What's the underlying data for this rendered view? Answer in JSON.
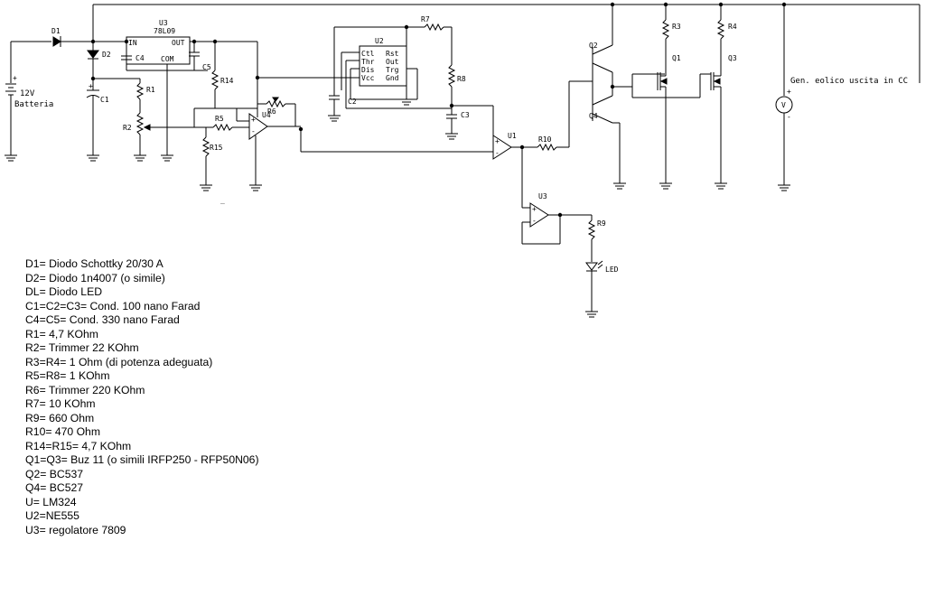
{
  "labels": {
    "D1": "D1",
    "D2": "D2",
    "U3_top": "U3",
    "U3_part": "78L09",
    "U3_in": "IN",
    "U3_out": "OUT",
    "U3_com": "COM",
    "C4": "C4",
    "C5": "C5",
    "C1": "C1",
    "C2": "C2",
    "C3": "C3",
    "R1": "R1",
    "R2": "R2",
    "R3": "R3",
    "R4": "R4",
    "R5": "R5",
    "R6": "R6",
    "R7": "R7",
    "R8": "R8",
    "R9": "R9",
    "R10": "R10",
    "R14": "R14",
    "R15": "R15",
    "U2": "U2",
    "U2_ctl": "Ctl",
    "U2_thr": "Thr",
    "U2_dis": "Dis",
    "U2_vcc": "Vcc",
    "U2_rst": "Rst",
    "U2_out": "Out",
    "U2_trg": "Trg",
    "U2_gnd": "Gnd",
    "U4": "U4",
    "U1": "U1",
    "U3_op": "U3",
    "Q1": "Q1",
    "Q2": "Q2",
    "Q3": "Q3",
    "Q4": "Q4",
    "LED": "LED",
    "batt_v": "12V",
    "batt_name": "Batteria",
    "gen": "Gen. eolico uscita in CC",
    "meter": "V",
    "plus": "+",
    "minus": "-",
    "dash": "_"
  },
  "parts_list": [
    "D1= Diodo Schottky 20/30 A",
    "D2= Diodo 1n4007 (o simile)",
    "DL= Diodo LED",
    "C1=C2=C3= Cond. 100 nano Farad",
    "C4=C5= Cond. 330 nano Farad",
    "R1= 4,7 KOhm",
    "R2= Trimmer 22 KOhm",
    "R3=R4= 1 Ohm (di potenza adeguata)",
    "R5=R8= 1 KOhm",
    "R6= Trimmer 220 KOhm",
    "R7= 10 KOhm",
    "R9= 660 Ohm",
    "R10= 470 Ohm",
    "R14=R15= 4,7 KOhm",
    "Q1=Q3= Buz 11 (o simili IRFP250 - RFP50N06)",
    "Q2= BC537",
    "Q4= BC527",
    "U= LM324",
    "U2=NE555",
    "U3= regolatore 7809"
  ]
}
